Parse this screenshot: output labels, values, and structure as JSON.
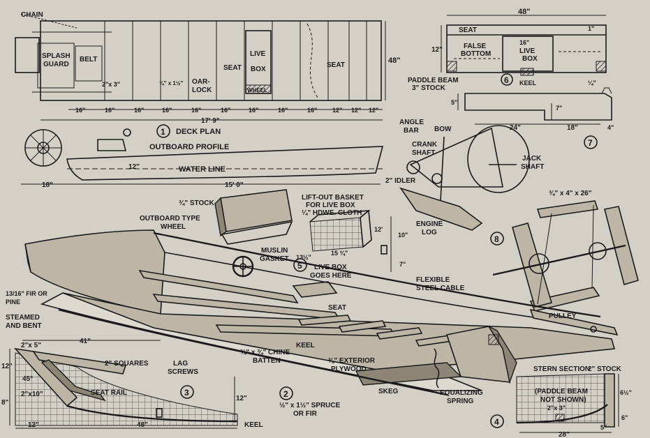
{
  "figures": {
    "f1": "1",
    "f2": "2",
    "f3": "3",
    "f4": "4",
    "f5": "5",
    "f6": "6",
    "f7": "7",
    "f8": "8"
  },
  "deck_plan": {
    "title": "DECK PLAN",
    "chain": "CHAIN",
    "splash_guard_1": "SPLASH",
    "splash_guard_2": "GUARD",
    "belt": "BELT",
    "dim_2x3": "2\"x 3\"",
    "dim_34x112": "¾\" x 1½\"",
    "oar_lock_1": "OAR-",
    "oar_lock_2": "LOCK",
    "seat_a": "SEAT",
    "live": "LIVE",
    "box": "BOX",
    "wheel": "WHEEL",
    "seat_b": "SEAT",
    "width": "48\"",
    "spacings": [
      "16\"",
      "16\"",
      "16\"",
      "16\"",
      "16\"",
      "16\"",
      "16\"",
      "16\"",
      "16\"",
      "12\"",
      "12\"",
      "12\""
    ],
    "length": "17' 9\""
  },
  "outboard": {
    "title": "OUTBOARD PROFILE",
    "depth": "12\"",
    "water_line": "WATER LINE",
    "dim_18": "18\"",
    "length": "15' 0\""
  },
  "section6": {
    "width": "48\"",
    "seat": "SEAT",
    "false_1": "FALSE",
    "false_2": "BOTTOM",
    "height": "12\"",
    "live_dim": "16\"",
    "live": "LIVE",
    "box": "BOX",
    "dim_1": "1\"",
    "keel": "KEEL",
    "quarter": "¼\""
  },
  "paddle_beam": {
    "title_1": "PADDLE BEAM",
    "title_2": "3\" STOCK",
    "dim_5": "5\"",
    "dim_7": "7\"",
    "dim_24": "24\"",
    "dim_18": "18\"",
    "dim_4": "4\""
  },
  "drive": {
    "angle_1": "ANGLE",
    "angle_2": "BAR",
    "bow": "BOW",
    "crank_1": "CRANK",
    "crank_2": "SHAFT",
    "jack_1": "JACK",
    "jack_2": "SHAFT",
    "idler": "2\" IDLER",
    "engine_1": "ENGINE",
    "engine_2": "LOG",
    "dim_10": "10\"",
    "dim_7": "7\""
  },
  "basket": {
    "stock": "¾\" STOCK",
    "title_1": "LIFT-OUT BASKET",
    "title_2": "FOR LIVE BOX",
    "title_3": "¼\" HDWE. CLOTH",
    "dim_12": "12'",
    "dim_1312": "13½\"",
    "dim_1534": "15 ¾\"",
    "muslin_1": "MUSLIN",
    "muslin_2": "GASKET"
  },
  "paddle_wheel": {
    "dim": "¾\" x 4\" x 26\""
  },
  "boat": {
    "wheel_1": "OUTBOARD TYPE",
    "wheel_2": "WHEEL",
    "live_1": "LIVE BOX",
    "live_2": "GOES HERE",
    "cable_1": "FLEXIBLE",
    "cable_2": "STEEL CABLE",
    "fir_1": "13/16\" FIR OR",
    "fir_2": "PINE",
    "steamed_1": "STEAMED",
    "steamed_2": "AND BENT",
    "seat": "SEAT",
    "pulley": "PULLEY",
    "keel": "KEEL",
    "chine_1": "¾\" x ¾\" CHINE",
    "chine_2": "BATTEN",
    "ply_1": "⅜\" EXTERIOR",
    "ply_2": "PLYWOOD",
    "skeg": "SKEG",
    "spring_1": "EQUALIZING",
    "spring_2": "SPRING",
    "spruce_1": "½\" x 1½\" SPRUCE",
    "spruce_2": "OR FIR",
    "dim_41": "41\""
  },
  "bow_detail": {
    "dim_2x5": "2\"x 5\"",
    "squares": "2\" SQUARES",
    "lag_1": "LAG",
    "lag_2": "SCREWS",
    "dim_12": "12\"",
    "dim_45": "45°",
    "dim_2x10": "2\"x10\"",
    "seat_rail": "SEAT RAIL",
    "dim_8": "8\"",
    "dim_12r": "12\"",
    "dim_12b": "12\"",
    "dim_48": "48\"",
    "keel": "KEEL"
  },
  "stern": {
    "title": "STERN SECTION",
    "stock": "2\" STOCK",
    "note_1": "(PADDLE BEAM",
    "note_2": "NOT SHOWN)",
    "dim_2x3": "2\"x 3\"",
    "dim_612": "6½\"",
    "dim_6": "6\"",
    "dim_5": "5\"",
    "dim_28": "28\""
  }
}
